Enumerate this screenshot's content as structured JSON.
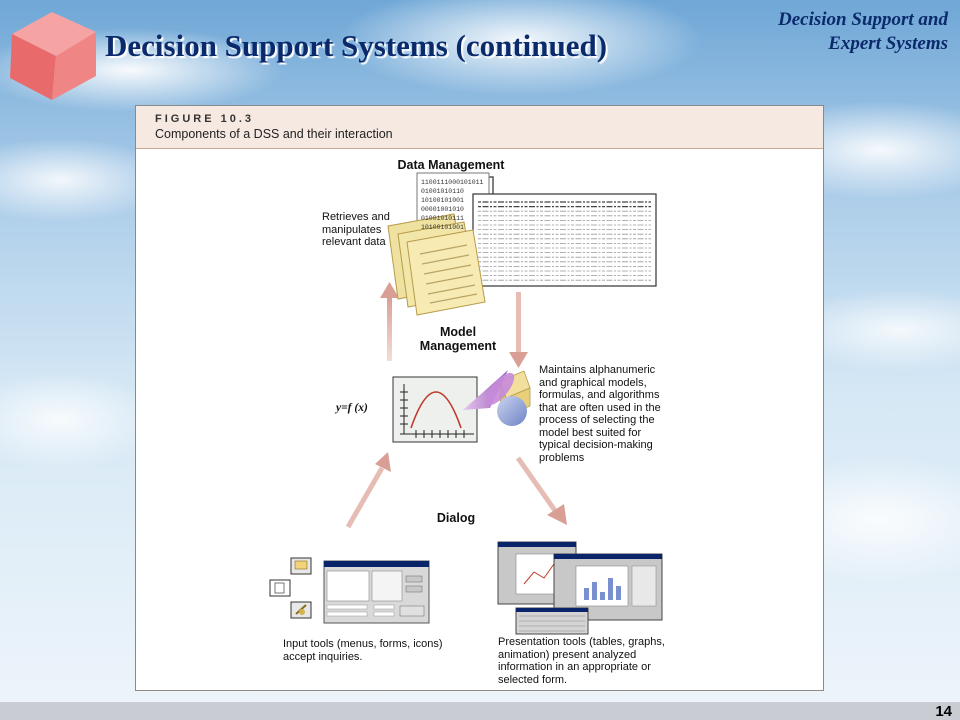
{
  "slide": {
    "title": "Decision Support Systems (continued)",
    "course_line1": "Decision Support and",
    "course_line2": "Expert Systems",
    "page_number": "14"
  },
  "figure": {
    "label": "FIGURE 10.3",
    "caption": "Components of a DSS and their interaction",
    "data_management": {
      "heading": "Data Management",
      "desc_line1": "Retrieves and",
      "desc_line2": "manipulates",
      "desc_line3": "relevant data",
      "binary_lines": [
        "1100111000101011",
        "01001010110",
        "10100101001",
        "00001001010",
        "01001010111",
        "10100101001"
      ]
    },
    "model_management": {
      "heading_line1": "Model",
      "heading_line2": "Management",
      "formula": "y=f (x)",
      "desc_lines": [
        "Maintains alphanumeric",
        "and graphical models,",
        "formulas, and algorithms",
        "that are often used in the",
        "process of selecting the",
        "model best suited for",
        "typical decision-making",
        "problems"
      ]
    },
    "dialog": {
      "heading": "Dialog",
      "input_desc_lines": [
        "Input tools (menus, forms, icons)",
        "accept inquiries."
      ],
      "presentation_desc_lines": [
        "Presentation tools (tables, graphs,",
        "animation) present analyzed",
        "information in an appropriate or",
        "selected form."
      ]
    }
  },
  "colors": {
    "title": "#0b2a6b",
    "arrow": "#e0b3ab",
    "figure_header": "#f6e9e2",
    "cube": "#ee7d7d",
    "folder": "#f5e9a3",
    "chart_curve": "#c0392b"
  }
}
